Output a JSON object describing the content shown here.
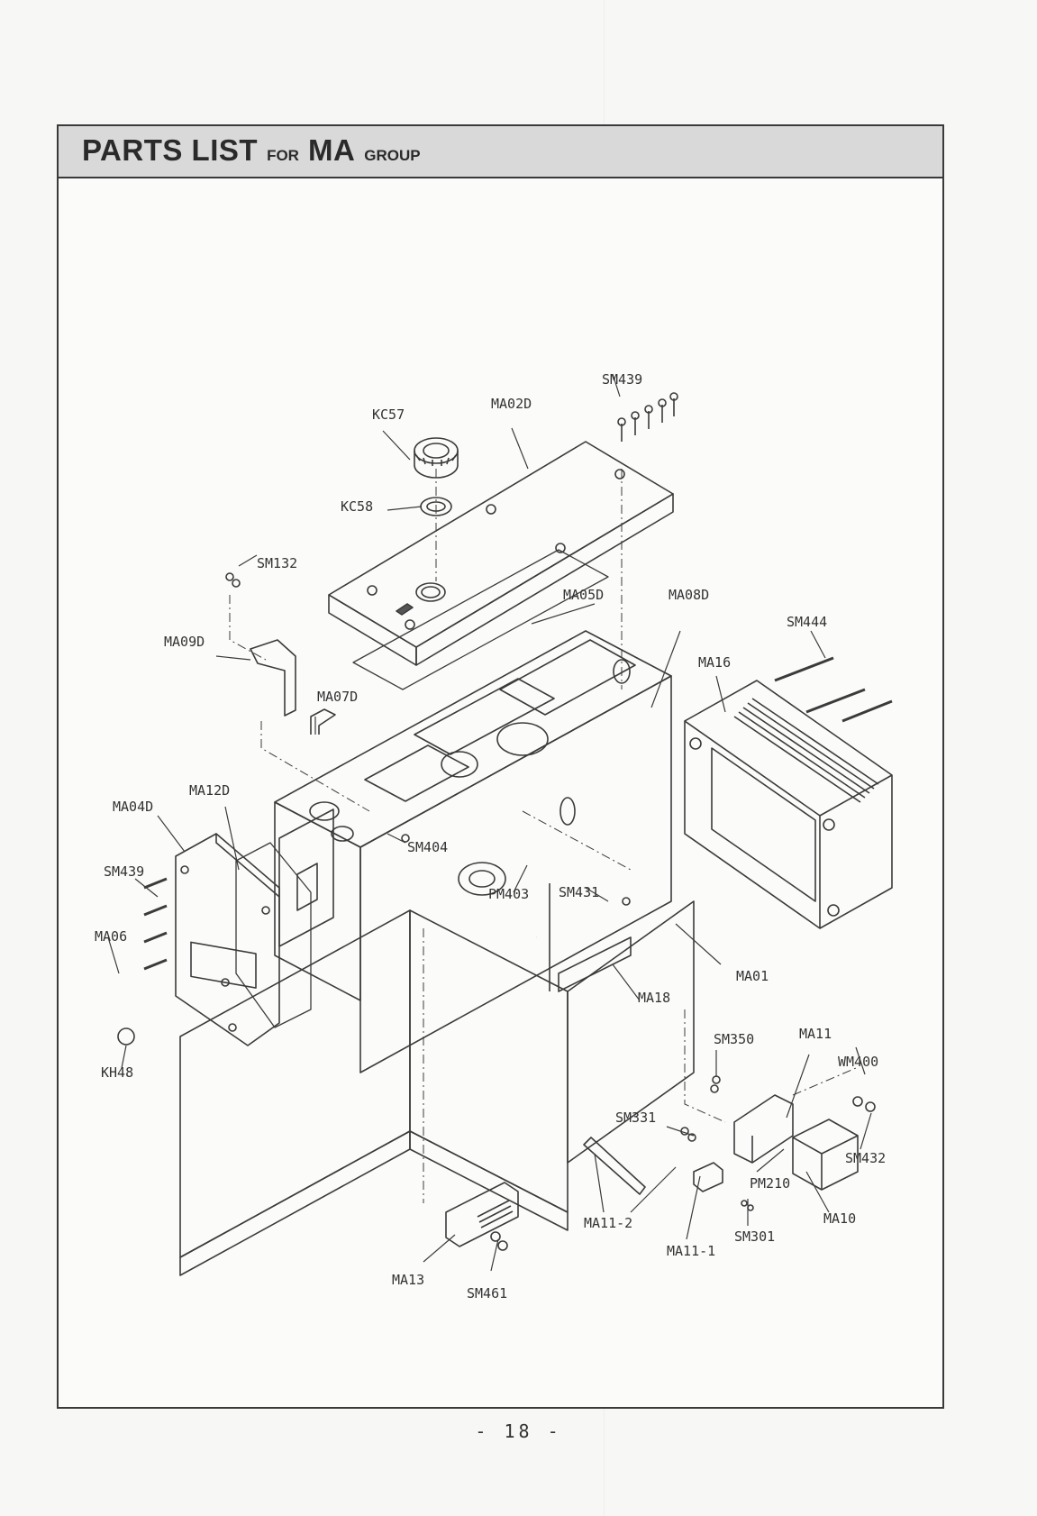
{
  "header": {
    "parts1": "PARTS LIST",
    "for": "FOR",
    "group_code": "MA",
    "group": "GROUP"
  },
  "labels": {
    "sm439_top": "SM439",
    "ma02d": "MA02D",
    "kc57": "KC57",
    "kc58": "KC58",
    "sm132": "SM132",
    "ma05d": "MA05D",
    "ma08d": "MA08D",
    "sm444": "SM444",
    "ma09d": "MA09D",
    "ma16": "MA16",
    "ma07d": "MA07D",
    "ma12d": "MA12D",
    "ma04d": "MA04D",
    "sm404": "SM404",
    "sm439_left": "SM439",
    "pm403": "PM403",
    "sm431": "SM431",
    "ma06": "MA06",
    "ma01": "MA01",
    "ma18": "MA18",
    "sm350": "SM350",
    "ma11": "MA11",
    "wm400": "WM400",
    "kh48": "KH48",
    "sm331": "SM331",
    "sm432": "SM432",
    "pm210": "PM210",
    "ma11_2": "MA11-2",
    "ma10": "MA10",
    "sm301": "SM301",
    "ma11_1": "MA11-1",
    "ma13": "MA13",
    "sm461": "SM461"
  },
  "page_number": "- 18 -"
}
